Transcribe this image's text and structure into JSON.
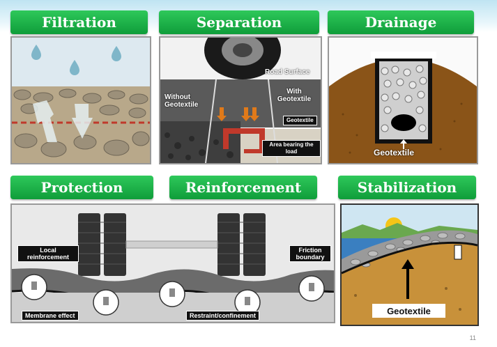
{
  "tiles": {
    "filtration": "Filtration",
    "separation": "Separation",
    "drainage": "Drainage",
    "protection": "Protection",
    "reinforcement": "Reinforcement",
    "stabilization": "Stabilization"
  },
  "separation_panel": {
    "road_surface": "Road Surface",
    "without": "Without Geotextile",
    "with": "With Geotextile",
    "geotextile": "Geotextile",
    "area_bearing": "Area bearing the load"
  },
  "drainage_panel": {
    "geotextile": "Geotextile"
  },
  "protection_panel": {
    "local_reinforcement": "Local reinforcement",
    "friction_boundary": "Friction boundary",
    "membrane_effect": "Membrane effect",
    "restraint": "Restraint/confinement"
  },
  "stabilization_panel": {
    "geotextile": "Geotextile"
  },
  "page_number": "11",
  "colors": {
    "tile_green": "#16a740",
    "soil_brown": "#8a5418",
    "water_blue": "#3a7fc0"
  }
}
